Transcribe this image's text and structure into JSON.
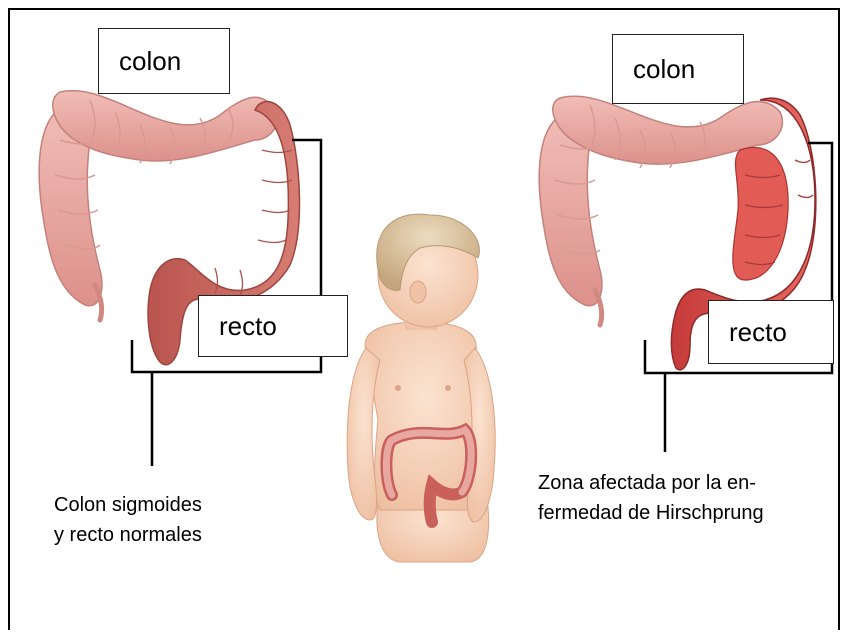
{
  "left": {
    "colon_label": "colon",
    "rectum_label": "recto",
    "caption_line1": "Colon sigmoides",
    "caption_line2": "y recto normales"
  },
  "right": {
    "colon_label": "colon",
    "rectum_label": "recto",
    "caption_line1": "Zona afectada por la en-",
    "caption_line2": "fermedad de Hirschprung"
  },
  "colors": {
    "colon_healthy": "#e9a7a2",
    "colon_dark": "#c9605a",
    "colon_diseased": "#d94c4c",
    "skin": "#f5d4bd",
    "hair": "#d8c2a0"
  }
}
